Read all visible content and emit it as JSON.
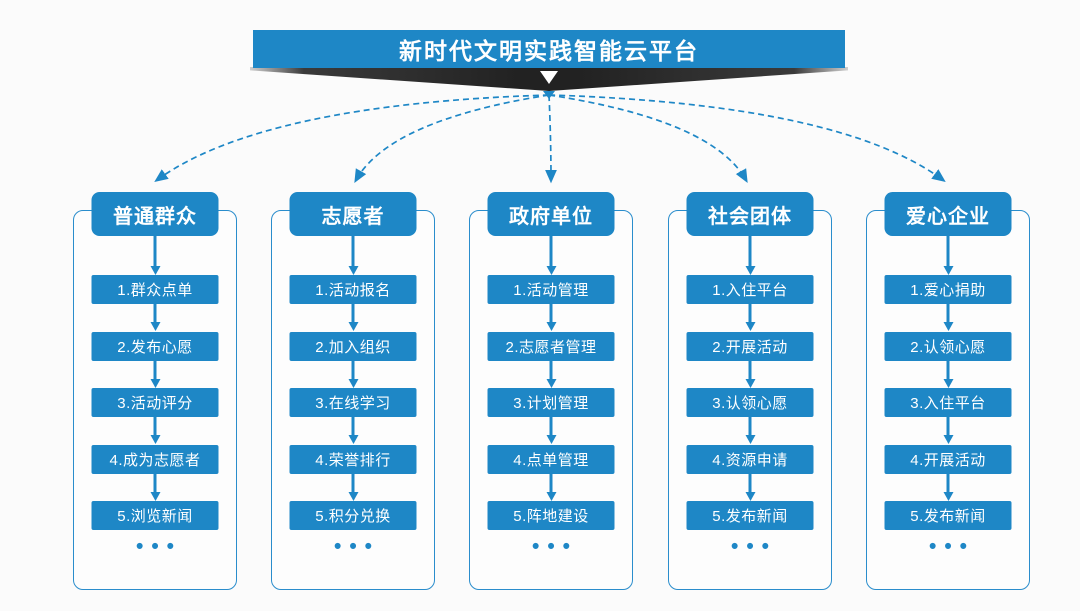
{
  "title": "新时代文明实践智能云平台",
  "ellipsis": "•••",
  "colors": {
    "primary_blue": "#1e87c6",
    "outline_blue": "#2a8dcc",
    "ribbon_dark": "#222222",
    "background": "#fbfbfb",
    "text_on_blue": "#ffffff"
  },
  "columns": [
    {
      "title": "普通群众",
      "items": [
        "1.群众点单",
        "2.发布心愿",
        "3.活动评分",
        "4.成为志愿者",
        "5.浏览新闻"
      ]
    },
    {
      "title": "志愿者",
      "items": [
        "1.活动报名",
        "2.加入组织",
        "3.在线学习",
        "4.荣誉排行",
        "5.积分兑换"
      ]
    },
    {
      "title": "政府单位",
      "items": [
        "1.活动管理",
        "2.志愿者管理",
        "3.计划管理",
        "4.点单管理",
        "5.阵地建设"
      ]
    },
    {
      "title": "社会团体",
      "items": [
        "1.入住平台",
        "2.开展活动",
        "3.认领心愿",
        "4.资源申请",
        "5.发布新闻"
      ]
    },
    {
      "title": "爱心企业",
      "items": [
        "1.爱心捐助",
        "2.认领心愿",
        "3.入住平台",
        "4.开展活动",
        "5.发布新闻"
      ]
    }
  ]
}
